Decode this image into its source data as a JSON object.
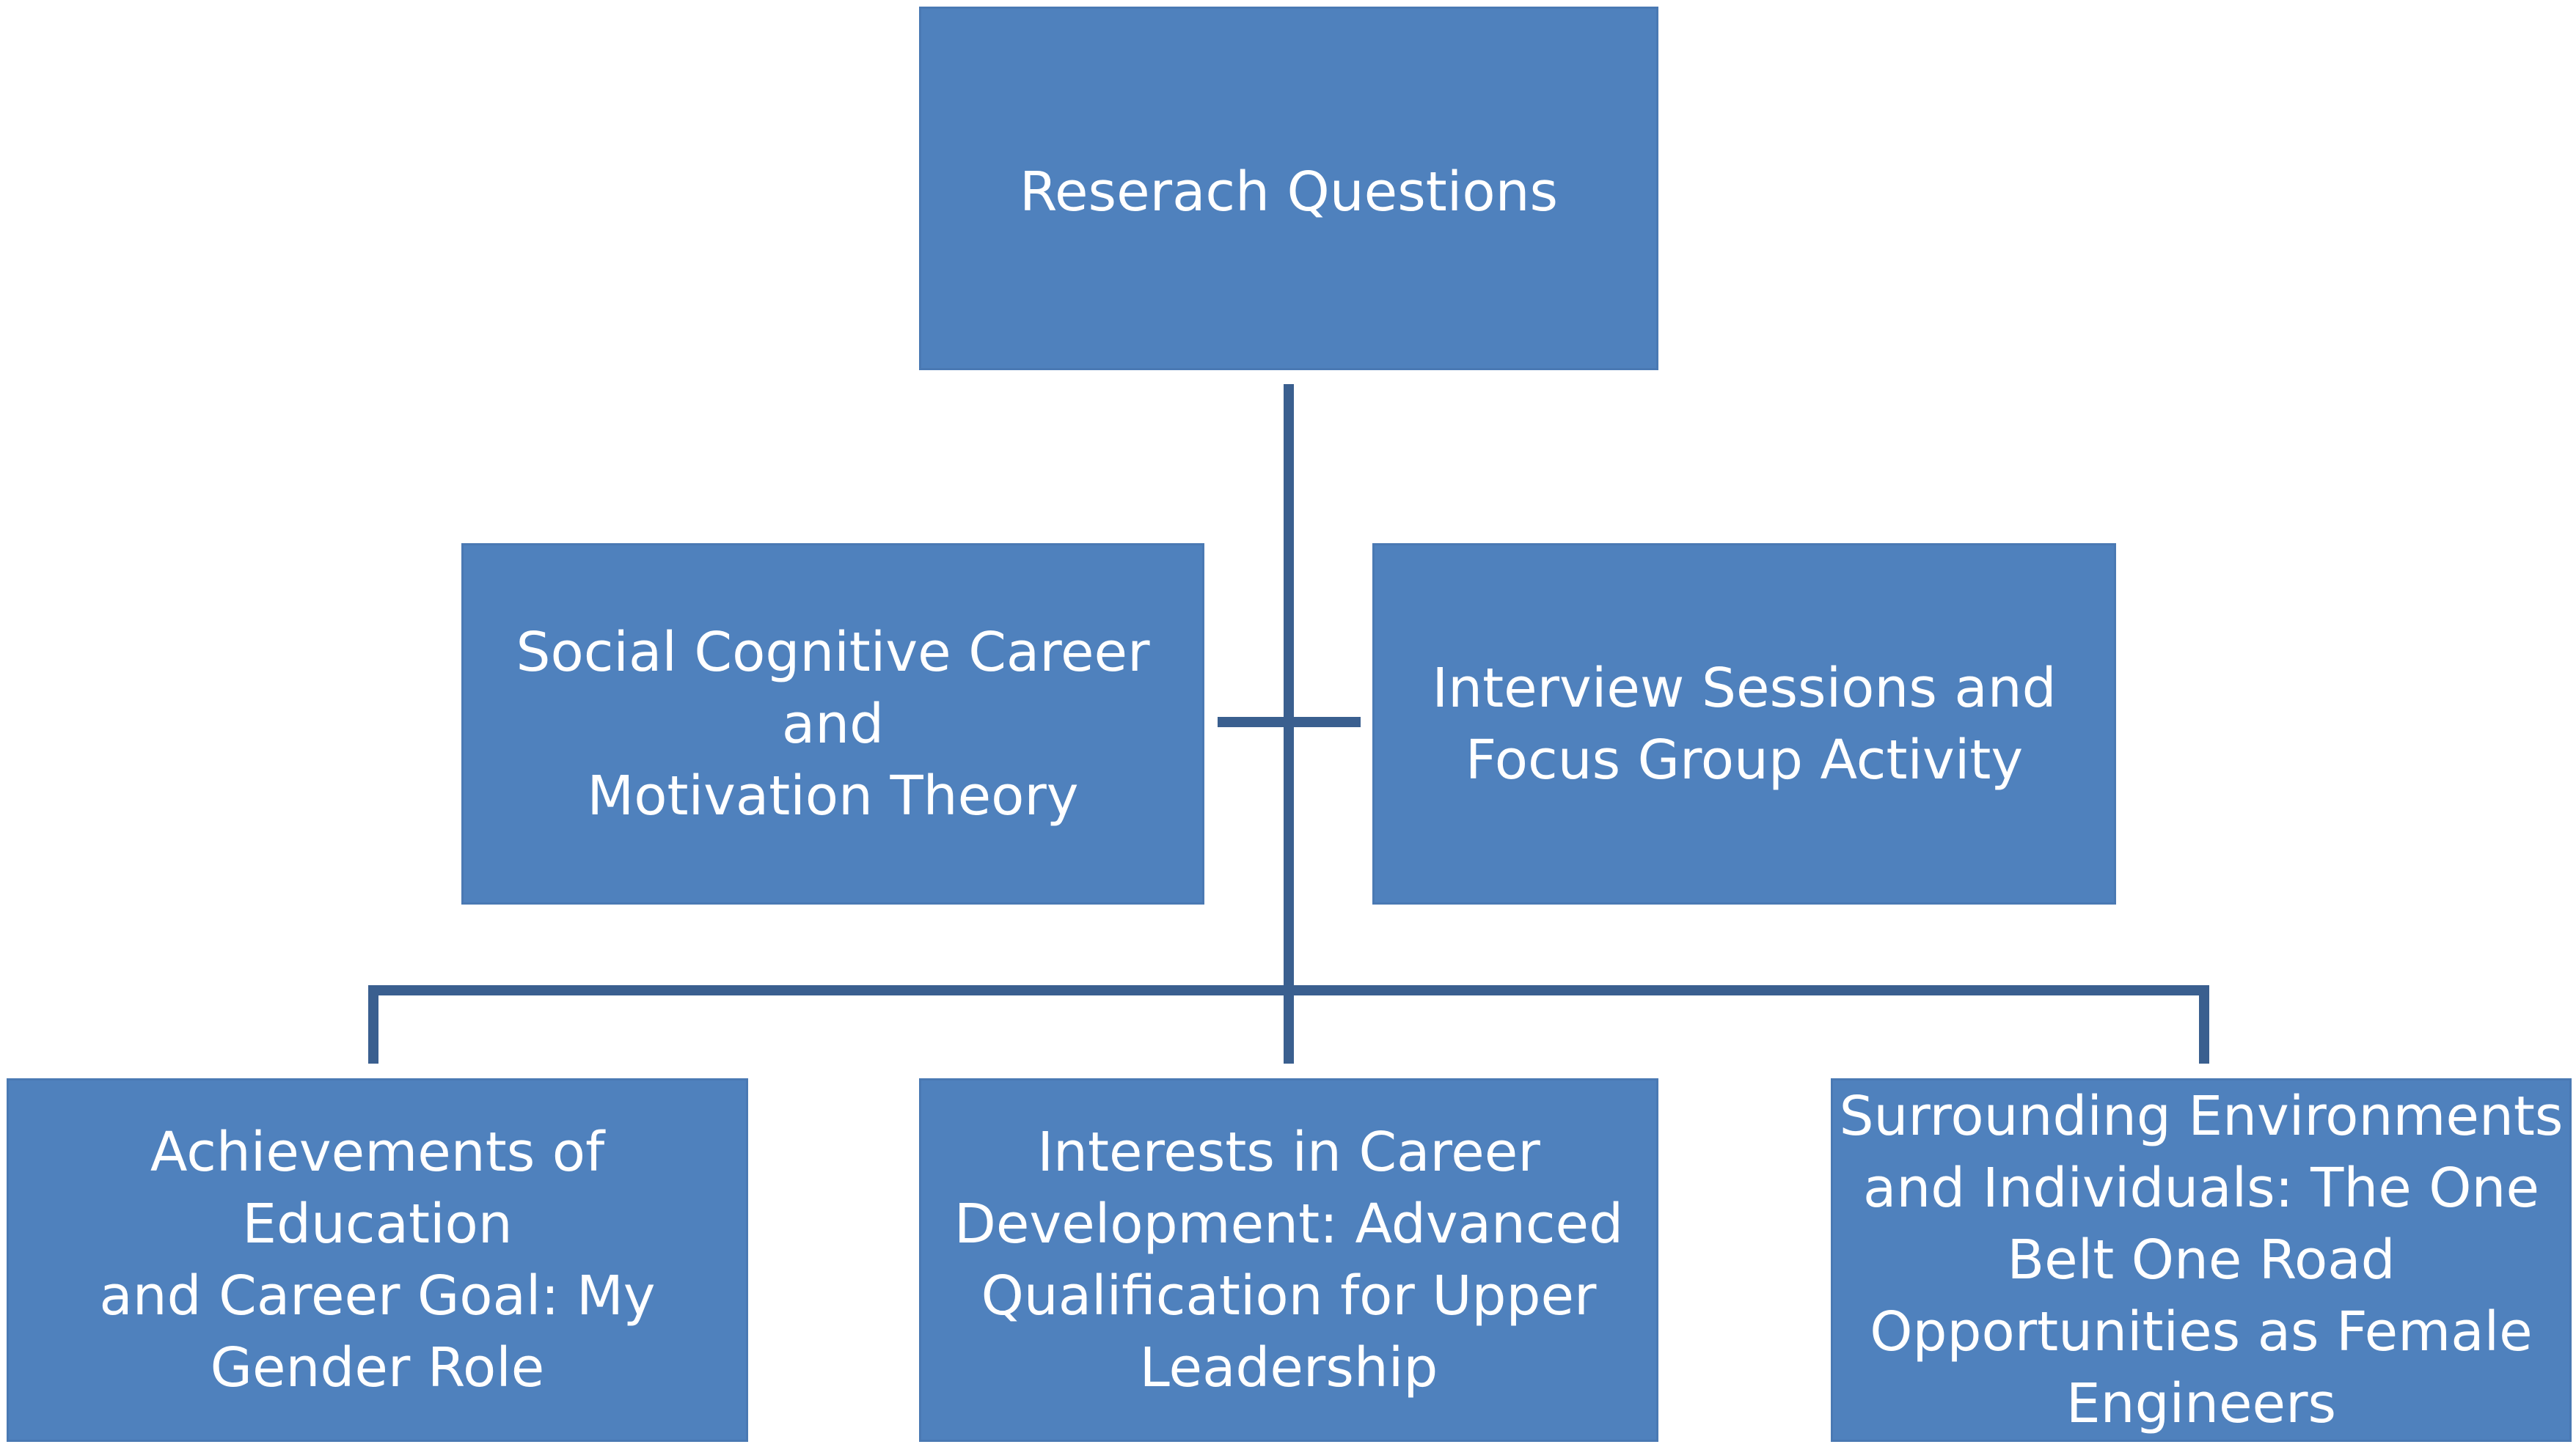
{
  "diagram": {
    "root": {
      "lines": [
        "Reserach Questions"
      ]
    },
    "middle": [
      {
        "lines": [
          "Social Cognitive Career and",
          "Motivation Theory"
        ]
      },
      {
        "lines": [
          "Interview Sessions and",
          "Focus Group Activity"
        ]
      }
    ],
    "bottom": [
      {
        "lines": [
          "Achievements of Education",
          "and Career Goal: My",
          "Gender Role"
        ]
      },
      {
        "lines": [
          "Interests in Career",
          "Development: Advanced",
          "Qualification for Upper",
          "Leadership"
        ]
      },
      {
        "lines": [
          "Surrounding Environments",
          "and Individuals: The One",
          "Belt One Road",
          "Opportunities as Female",
          "Engineers"
        ]
      }
    ],
    "colors": {
      "box_fill": "#4f81bd",
      "box_text": "#ffffff",
      "connector": "#3a5f8f"
    }
  }
}
